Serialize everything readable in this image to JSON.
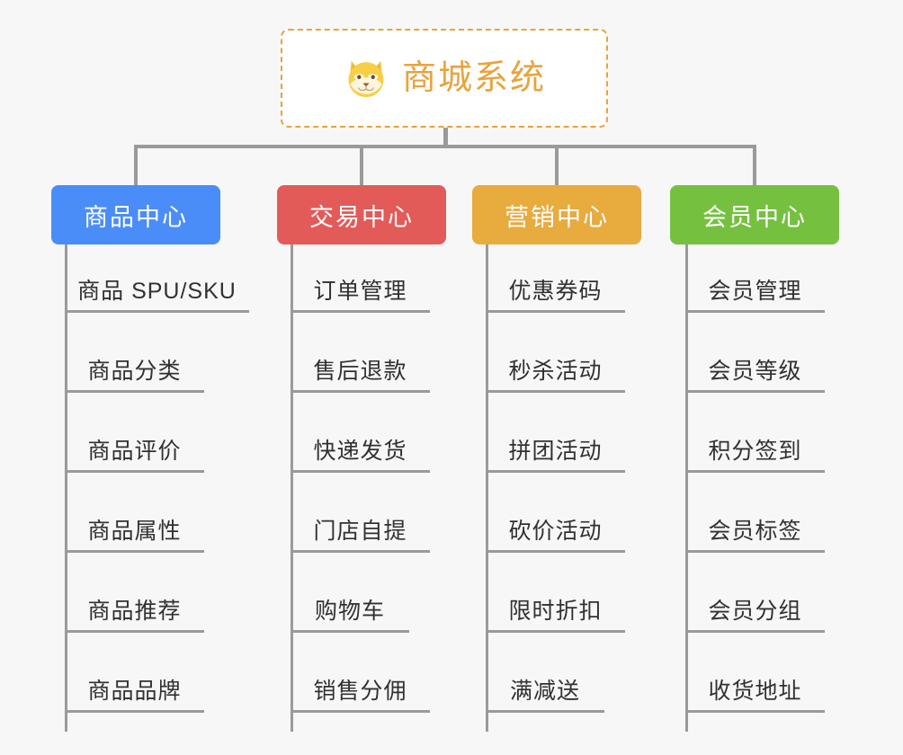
{
  "background_color": "#f7f7f7",
  "root": {
    "title": "商城系统",
    "icon": "dog-face-emoji",
    "border_color": "#e8a33d",
    "text_color": "#e8a33d",
    "fill": "#ffffff"
  },
  "connector_color": "#9a9a9a",
  "branches": [
    {
      "label": "商品中心",
      "color": "#4b8df8",
      "items": [
        "商品 SPU/SKU",
        "商品分类",
        "商品评价",
        "商品属性",
        "商品推荐",
        "商品品牌"
      ]
    },
    {
      "label": "交易中心",
      "color": "#e35b59",
      "items": [
        "订单管理",
        "售后退款",
        "快递发货",
        "门店自提",
        "购物车",
        "销售分佣"
      ]
    },
    {
      "label": "营销中心",
      "color": "#e8ab3e",
      "items": [
        "优惠券码",
        "秒杀活动",
        "拼团活动",
        "砍价活动",
        "限时折扣",
        "满减送"
      ]
    },
    {
      "label": "会员中心",
      "color": "#76c040",
      "items": [
        "会员管理",
        "会员等级",
        "积分签到",
        "会员标签",
        "会员分组",
        "收货地址"
      ]
    }
  ]
}
